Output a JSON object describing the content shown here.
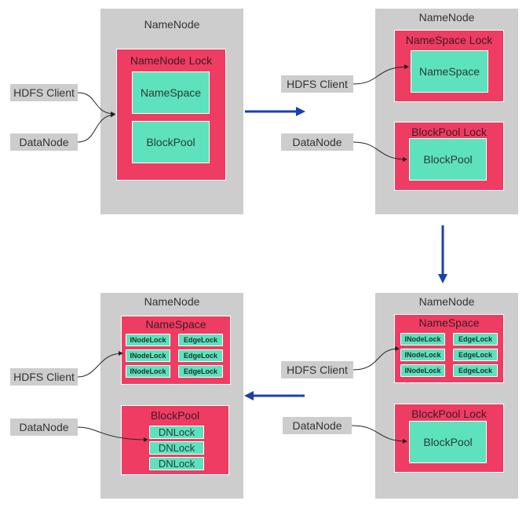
{
  "labels": {
    "namenode": "NameNode",
    "hdfs_client": "HDFS Client",
    "datanode": "DataNode",
    "namenode_lock": "NameNode Lock",
    "namespace": "NameSpace",
    "blockpool": "BlockPool",
    "namespace_lock": "NameSpace Lock",
    "blockpool_lock": "BlockPool Lock",
    "inode_lock": "INodeLock",
    "edge_lock": "EdgeLock",
    "dn_lock": "DNLock"
  },
  "colors": {
    "container": "#cdcdcd",
    "lock": "#ef3c62",
    "component": "#5de2bd",
    "arrow": "#1a3fb0",
    "connector": "#222222"
  }
}
